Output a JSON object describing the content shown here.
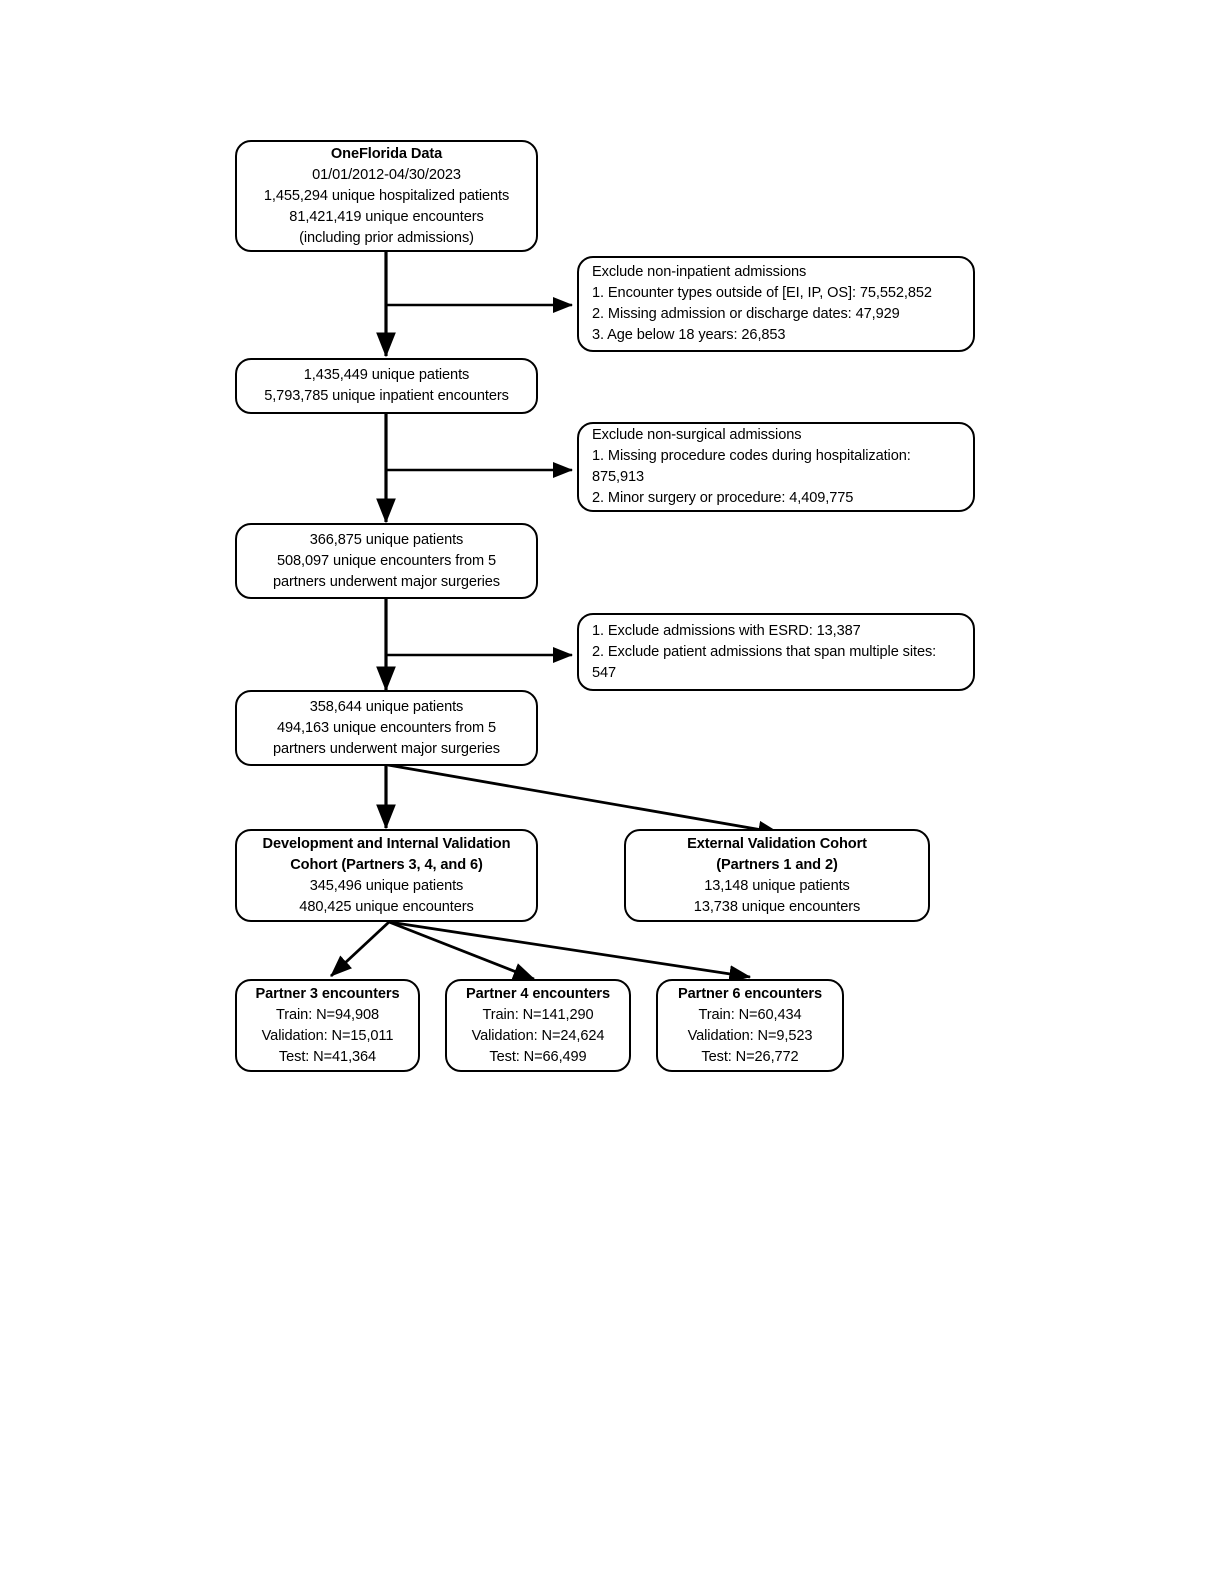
{
  "diagram": {
    "type": "flowchart",
    "title": "OneFlorida cohort selection flow diagram",
    "line_color": "#000000",
    "background_color": "#ffffff"
  },
  "nodes": {
    "source": {
      "name": "oneflorida-data",
      "lines": [
        {
          "text": "OneFlorida Data",
          "bold": true
        },
        {
          "text": "01/01/2012-04/30/2023",
          "bold": false
        },
        {
          "text": "1,455,294 unique hospitalized patients",
          "bold": false
        },
        {
          "text": "81,421,419 unique encounters",
          "bold": false
        },
        {
          "text": "(including prior admissions)",
          "bold": false
        }
      ]
    },
    "exclude_noninpatient": {
      "name": "exclude-non-inpatient",
      "lines": [
        {
          "text": "Exclude non-inpatient admissions",
          "bold": false
        },
        {
          "text": "1. Encounter types outside of  [EI, IP, OS]:  75,552,852",
          "bold": false
        },
        {
          "text": "2. Missing admission or discharge dates:  47,929",
          "bold": false
        },
        {
          "text": "3. Age below 18 years:  26,853",
          "bold": false
        }
      ]
    },
    "inpatient": {
      "name": "unique-inpatient-encounters",
      "lines": [
        {
          "text": "1,435,449 unique patients",
          "bold": false
        },
        {
          "text": "5,793,785 unique inpatient encounters",
          "bold": false
        }
      ]
    },
    "exclude_nonsurgical": {
      "name": "exclude-non-surgical",
      "lines": [
        {
          "text": "Exclude non-surgical admissions",
          "bold": false
        },
        {
          "text": "1. Missing procedure codes during hospitalization: 875,913",
          "bold": false
        },
        {
          "text": "2. Minor surgery or procedure: 4,409,775",
          "bold": false
        }
      ]
    },
    "major_surgery": {
      "name": "major-surgery-cohort",
      "lines": [
        {
          "text": "366,875 unique patients",
          "bold": false
        },
        {
          "text": "508,097 unique encounters from 5",
          "bold": false
        },
        {
          "text": "partners underwent major surgeries",
          "bold": false
        }
      ]
    },
    "exclude_esrd": {
      "name": "exclude-esrd-multisite",
      "lines": [
        {
          "text": "1. Exclude admissions with ESRD: 13,387",
          "bold": false
        },
        {
          "text": "2. Exclude patient admissions that span multiple sites: 547",
          "bold": false
        }
      ]
    },
    "final_cohort": {
      "name": "final-surgical-cohort",
      "lines": [
        {
          "text": "358,644 unique patients",
          "bold": false
        },
        {
          "text": "494,163 unique encounters from 5",
          "bold": false
        },
        {
          "text": "partners underwent major surgeries",
          "bold": false
        }
      ]
    },
    "development_cohort": {
      "name": "development-internal-validation-cohort",
      "lines": [
        {
          "text": "Development and Internal Validation",
          "bold": true
        },
        {
          "text": "Cohort (Partners 3, 4, and 6)",
          "bold": true
        },
        {
          "text": "345,496 unique patients",
          "bold": false
        },
        {
          "text": "480,425 unique encounters",
          "bold": false
        }
      ]
    },
    "external_cohort": {
      "name": "external-validation-cohort",
      "lines": [
        {
          "text": "External Validation Cohort",
          "bold": true
        },
        {
          "text": "(Partners 1 and 2)",
          "bold": true
        },
        {
          "text": "13,148 unique patients",
          "bold": false
        },
        {
          "text": "13,738 unique encounters",
          "bold": false
        }
      ]
    },
    "partner3": {
      "name": "partner-3-encounters",
      "lines": [
        {
          "text": "Partner 3 encounters",
          "bold": true
        },
        {
          "text": "Train: N=94,908",
          "bold": false
        },
        {
          "text": "Validation: N=15,011",
          "bold": false
        },
        {
          "text": "Test: N=41,364",
          "bold": false
        }
      ]
    },
    "partner4": {
      "name": "partner-4-encounters",
      "lines": [
        {
          "text": "Partner 4 encounters",
          "bold": true
        },
        {
          "text": "Train: N=141,290",
          "bold": false
        },
        {
          "text": "Validation: N=24,624",
          "bold": false
        },
        {
          "text": "Test: N=66,499",
          "bold": false
        }
      ]
    },
    "partner6": {
      "name": "partner-6-encounters",
      "lines": [
        {
          "text": "Partner 6 encounters",
          "bold": true
        },
        {
          "text": "Train: N=60,434",
          "bold": false
        },
        {
          "text": "Validation: N=9,523",
          "bold": false
        },
        {
          "text": "Test: N=26,772",
          "bold": false
        }
      ]
    }
  }
}
